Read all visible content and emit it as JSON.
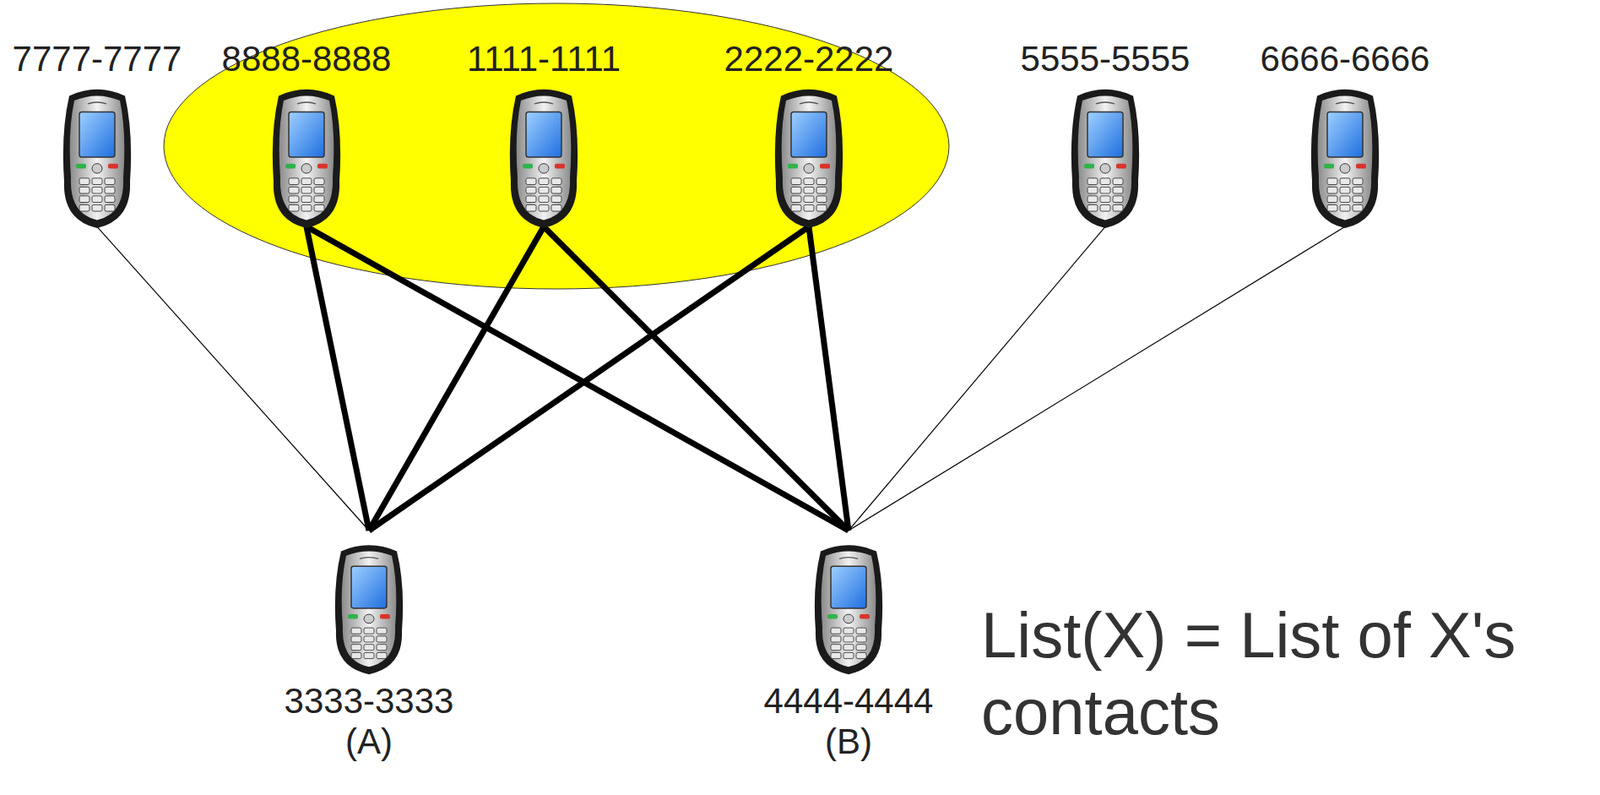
{
  "diagram": {
    "nodes": [
      {
        "text": [
          "7777-7777"
        ]
      },
      {
        "text": [
          "8888-8888"
        ]
      },
      {
        "text": [
          "1111-1111"
        ]
      },
      {
        "text": [
          "2222-2222"
        ]
      },
      {
        "text": [
          "5555-5555"
        ]
      },
      {
        "text": [
          "6666-6666"
        ]
      },
      {
        "text": [
          "3333-3333",
          "(A)"
        ]
      },
      {
        "text": [
          "4444-4444",
          "(B)"
        ]
      }
    ],
    "edges": [
      {
        "from": 0,
        "to": 6,
        "arrow": "none"
      },
      {
        "from": 1,
        "to": 6,
        "arrow": "none"
      },
      {
        "from": 2,
        "to": 6,
        "arrow": "none"
      },
      {
        "from": 3,
        "to": 6,
        "arrow": "none"
      },
      {
        "from": 1,
        "to": 7,
        "arrow": "none"
      },
      {
        "from": 2,
        "to": 7,
        "arrow": "none"
      },
      {
        "from": 3,
        "to": 7,
        "arrow": "none"
      },
      {
        "from": 4,
        "to": 7,
        "arrow": "none"
      },
      {
        "from": 5,
        "to": 7,
        "arrow": "none"
      }
    ],
    "labels": [
      "List(X) = List of X's contacts"
    ]
  }
}
